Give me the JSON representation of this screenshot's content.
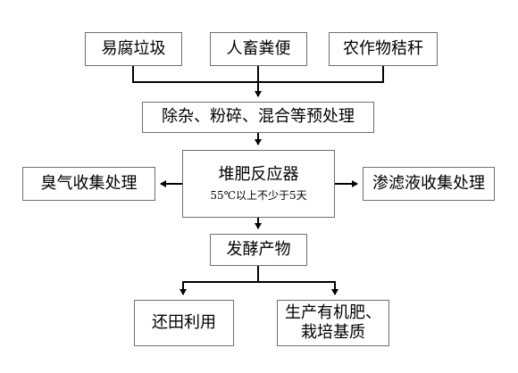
{
  "diagram": {
    "inputs": [
      "易腐垃圾",
      "人畜粪便",
      "农作物秸秆"
    ],
    "pretreatment": "除杂、粉碎、混合等预处理",
    "reactor": {
      "title": "堆肥反应器",
      "condition": "55℃以上不少于5天"
    },
    "odor_treatment": "臭气收集处理",
    "leachate_treatment": "渗滤液收集处理",
    "product": "发酵产物",
    "outputs": {
      "field_return": "还田利用",
      "fertilizer_line1": "生产有机肥、",
      "fertilizer_line2": "栽培基质"
    }
  }
}
